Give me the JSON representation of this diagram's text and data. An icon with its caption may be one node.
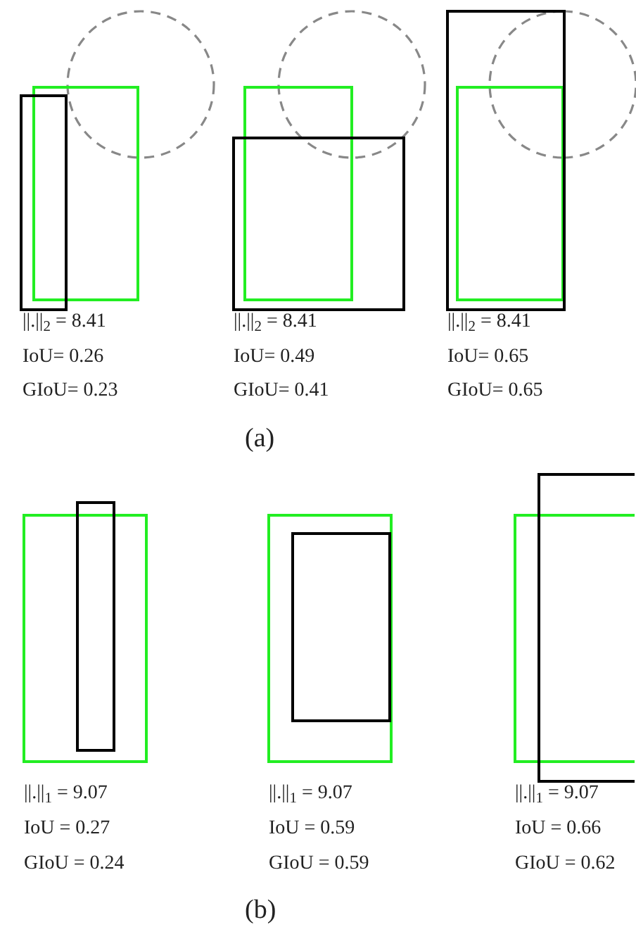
{
  "diagram": {
    "labels": [
      "||.||$_{2}$ = 8.41",
      "||.||$_{2}$ = 8.41",
      "||.||$_{2}$ = 8.41",
      "IoU= 0.26",
      "IoU= 0.49",
      "IoU= 0.65",
      "GIoU= 0.23",
      "GIoU= 0.41",
      "GIoU= 0.65",
      "(a)",
      "||.||$_{1}$ = 9.07",
      "||.||$_{1}$ = 9.07",
      "||.||$_{1}$ = 9.07",
      "IoU = 0.27",
      "IoU = 0.59",
      "IoU = 0.66",
      "GIoU = 0.24",
      "GIoU = 0.59",
      "GIoU = 0.62",
      "(b)"
    ]
  }
}
